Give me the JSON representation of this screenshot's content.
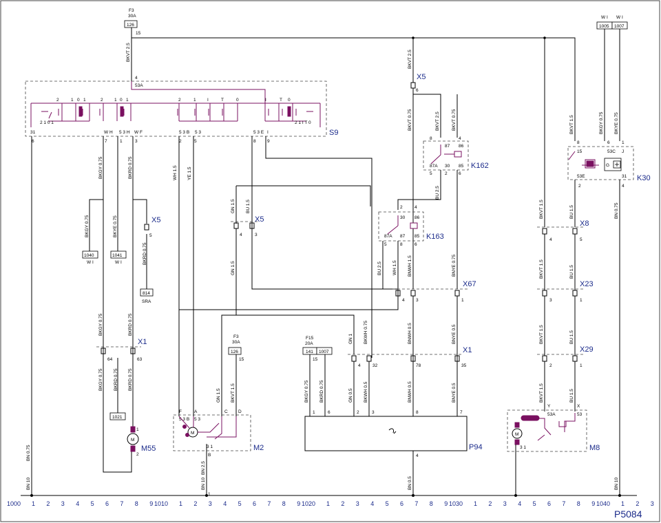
{
  "diagram_id": "P5084",
  "components": {
    "S9": "S9",
    "K162": "K162",
    "K163": "K163",
    "K30": "K30",
    "M55": "M55",
    "M2": "M2",
    "P94": "P94",
    "M8": "M8"
  },
  "connectors": {
    "X5_top": "X5",
    "X5_mid": "X5",
    "X5_left": "X5",
    "X1_left": "X1",
    "X1_right": "X1",
    "X67": "X67",
    "X8": "X8",
    "X23": "X23",
    "X29": "X29"
  },
  "fuses": {
    "F3_top": {
      "name": "F3",
      "rating": "30A",
      "box": "126",
      "pin": "15"
    },
    "F3_m2": {
      "name": "F3",
      "rating": "30A",
      "box": "126",
      "pin": "15"
    },
    "F15": {
      "name": "F15",
      "rating": "20A",
      "box1": "141",
      "box2": "1007",
      "pin": "15"
    }
  },
  "references": {
    "wi_header_left": "W I",
    "wi_header_right": "W I",
    "ref_1005": "1005",
    "ref_1007": "1007",
    "ref_1040": "1040",
    "ref_1041": "1041",
    "ref_814": "814",
    "ref_1021": "1021",
    "wi_1040": "W I",
    "wi_1041": "W I",
    "sra": "SRA"
  },
  "wire_labels": {
    "bkvt25_top": "BKVT 2.5",
    "bkvt25_mid": "BKVT 2.5",
    "bkvt075_a": "BKVT 0.75",
    "bkvt25_b": "BKVT 2.5",
    "bkvt075_b": "BKVT 0.75",
    "bkgy075_a": "BKGY 0.75",
    "bkrd075_a": "BKRD 0.75",
    "wh15": "WH 1.5",
    "ye15": "YE 1.5",
    "bkgy075_b": "BKGY 0.75",
    "bkye075": "BKYE 0.75",
    "bkrd075_b": "BKRD 0.75",
    "gn15_a": "GN 1.5",
    "bu15_a": "BU 1.5",
    "gn15_b": "GN 1.5",
    "bu25_a": "BU 2.5",
    "bu25_b": "BU 2.5",
    "wh15_b": "WH 1.5",
    "bnwh15": "BNWH 1.5",
    "bnye075": "BNYE 0.75",
    "bkgy075_c": "BKGY 0.75",
    "bkrd075_c": "BKRD 0.75",
    "bkgy075_d": "BKGY 0.75",
    "bkrd075_d": "BKRD 0.75",
    "bkrd075_e": "BKRD 0.75",
    "gn15_c": "GN 1.5",
    "bkvt15_m2": "BKVT 1.5",
    "bkgy075_f": "BKGY 0.75",
    "bkrd075_f": "BKRD 0.75",
    "gn1": "GN 1",
    "bkwh075": "BKWH 0.75",
    "bnwh05": "BNWH 0.5",
    "bnye05": "BNYE 0.5",
    "bkgy075_p": "BKGY 0.75",
    "bkrd075_p": "BKRD 0.75",
    "gn05": "GN 0.5",
    "bkwh05": "BKWH 0.5",
    "bnwh05_b": "BNWH 0.5",
    "bnye05_b": "BNYE 0.5",
    "bkvt15_a": "BKVT 1.5",
    "bkgy075_k": "BKGY 0.75",
    "bkye075_k": "BKYE 0.75",
    "bkvt15_b": "BKVT 1.5",
    "bu15_b": "BU 1.5",
    "bn075": "BN 0.75",
    "bkvt15_c": "BKVT 1.5",
    "bu15_c": "BU 1.5",
    "bkvt15_d": "BKVT 1.5",
    "bu15_d": "BU 1.5",
    "bkvt15_e": "BKVT 1.5",
    "bu15_e": "BU 1.5",
    "bn075_l": "BN 0.75",
    "bn10_l": "BN 10",
    "bn25": "BN 2.5",
    "bn10_m": "BN 10",
    "bn05": "BN 0.5",
    "bn10_r": "BN 10"
  },
  "ruler": {
    "starts": [
      "1000",
      "1010",
      "1020",
      "1030",
      "1040"
    ],
    "digits": [
      "1",
      "2",
      "3",
      "4",
      "5",
      "6",
      "7",
      "8",
      "9"
    ]
  }
}
